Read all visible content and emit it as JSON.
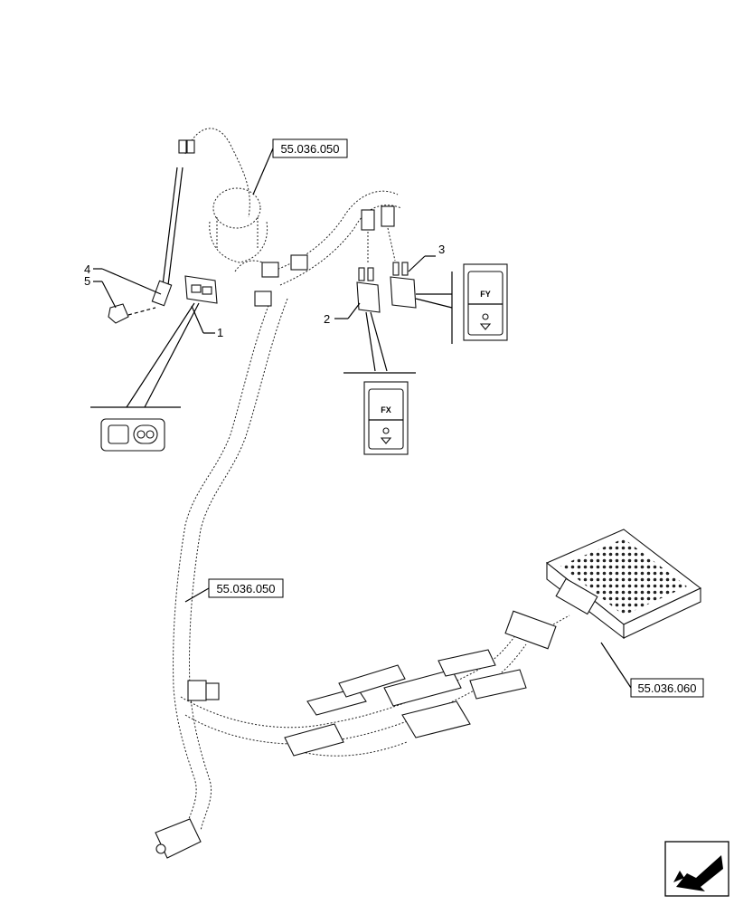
{
  "references": {
    "top": "55.036.050",
    "left": "55.036.050",
    "ecu": "55.036.060"
  },
  "item_numbers": {
    "n1": "1",
    "n2": "2",
    "n3": "3",
    "n4": "4",
    "n5": "5"
  },
  "switch_labels": {
    "fy": "FY",
    "fx": "FX"
  },
  "icons": {
    "nav": "arrow-left-down-icon"
  }
}
